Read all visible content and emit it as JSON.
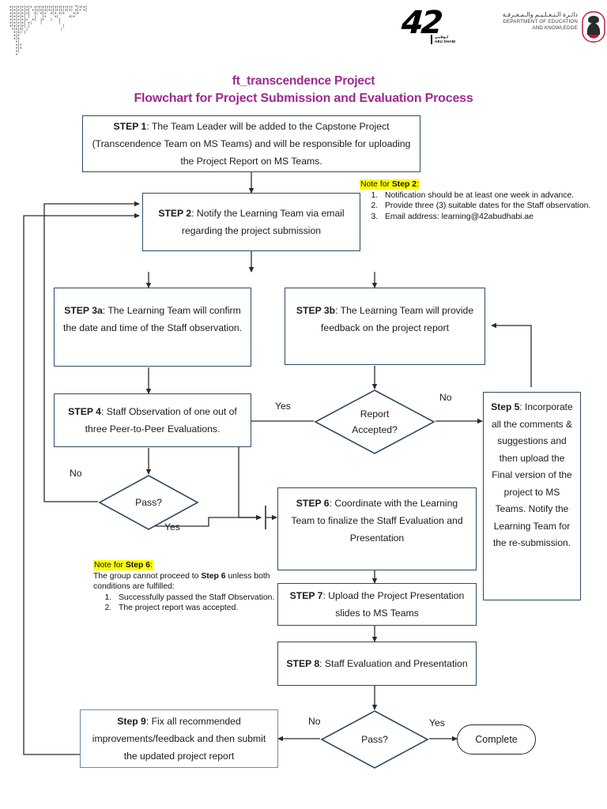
{
  "header": {
    "ascii_logo_name": "ascii-dot-pattern",
    "logo42": {
      "glyph": "42",
      "sub_ar": "ابـوظـبـي",
      "sub_en": "ABU DHABI"
    },
    "doek": {
      "arabic": "دائـرة الـتـعـلـيـم والـمـعـرفـة",
      "english_line1": "DEPARTMENT OF EDUCATION",
      "english_line2": "AND KNOWLEDGE"
    }
  },
  "titles": {
    "line1": "ft_transcendence Project",
    "line2": "Flowchart for Project Submission and Evaluation Process",
    "color": "#9c2a8f"
  },
  "steps": {
    "step1": {
      "label": "STEP 1",
      "text": ": The Team Leader will be added to the Capstone Project (Transcendence Team on MS Teams) and will be responsible for uploading the Project Report on MS Teams."
    },
    "step2": {
      "label": "STEP 2",
      "text": ": Notify the Learning Team via email regarding the project submission"
    },
    "step3a": {
      "label": "STEP 3a",
      "text": ": The Learning Team will confirm the date and time of the Staff observation."
    },
    "step3b": {
      "label": "STEP 3b",
      "text": ": The Learning Team will provide feedback on the project report"
    },
    "step4": {
      "label": "STEP 4",
      "text": ": Staff Observation of one out of three Peer-to-Peer Evaluations."
    },
    "step5": {
      "label": "Step 5",
      "text": ": Incorporate all the comments & suggestions and then upload the Final version of the project to MS Teams.  Notify the Learning Team for the re-submission."
    },
    "step6": {
      "label": "STEP 6",
      "text": ": Coordinate with the Learning Team to finalize the Staff Evaluation and Presentation"
    },
    "step7": {
      "label": "STEP 7",
      "text": ": Upload the Project Presentation slides to MS Teams"
    },
    "step8": {
      "label": "STEP 8",
      "text": ": Staff Evaluation and Presentation"
    },
    "step9": {
      "label": "Step 9",
      "text": ": Fix all recommended improvements/feedback and then submit the updated project report"
    }
  },
  "decisions": {
    "report_accepted": {
      "line1": "Report",
      "line2": "Accepted?"
    },
    "pass_observation": {
      "line1": "Pass?"
    },
    "pass_final": {
      "line1": "Pass?"
    }
  },
  "terminators": {
    "complete": "Complete"
  },
  "edge_labels": {
    "report_yes": "Yes",
    "report_no": "No",
    "obs_no": "No",
    "obs_yes": "Yes",
    "final_no": "No",
    "final_yes": "Yes"
  },
  "notes": {
    "step2": {
      "heading_prefix": "Note for ",
      "heading_bold": "Step 2",
      "heading_suffix": ":",
      "items": [
        "Notification should be at least one week in advance.",
        "Provide three (3) suitable dates for the Staff observation.",
        "Email address: learning@42abudhabi.ae"
      ]
    },
    "step6": {
      "heading_prefix": "Note for ",
      "heading_bold": "Step 6",
      "heading_suffix": ":",
      "lead_part1": "The group cannot proceed to ",
      "lead_bold": "Step 6",
      "lead_part2": " unless both conditions are fulfilled:",
      "items": [
        "Successfully passed the Staff Observation.",
        "The project report was accepted."
      ]
    }
  },
  "colors": {
    "box_border": "#2e4a63",
    "box_border_thin": "#6b8ba3",
    "line": "#2b2b2b",
    "highlight": "#ffff00",
    "title": "#9c2a8f"
  }
}
